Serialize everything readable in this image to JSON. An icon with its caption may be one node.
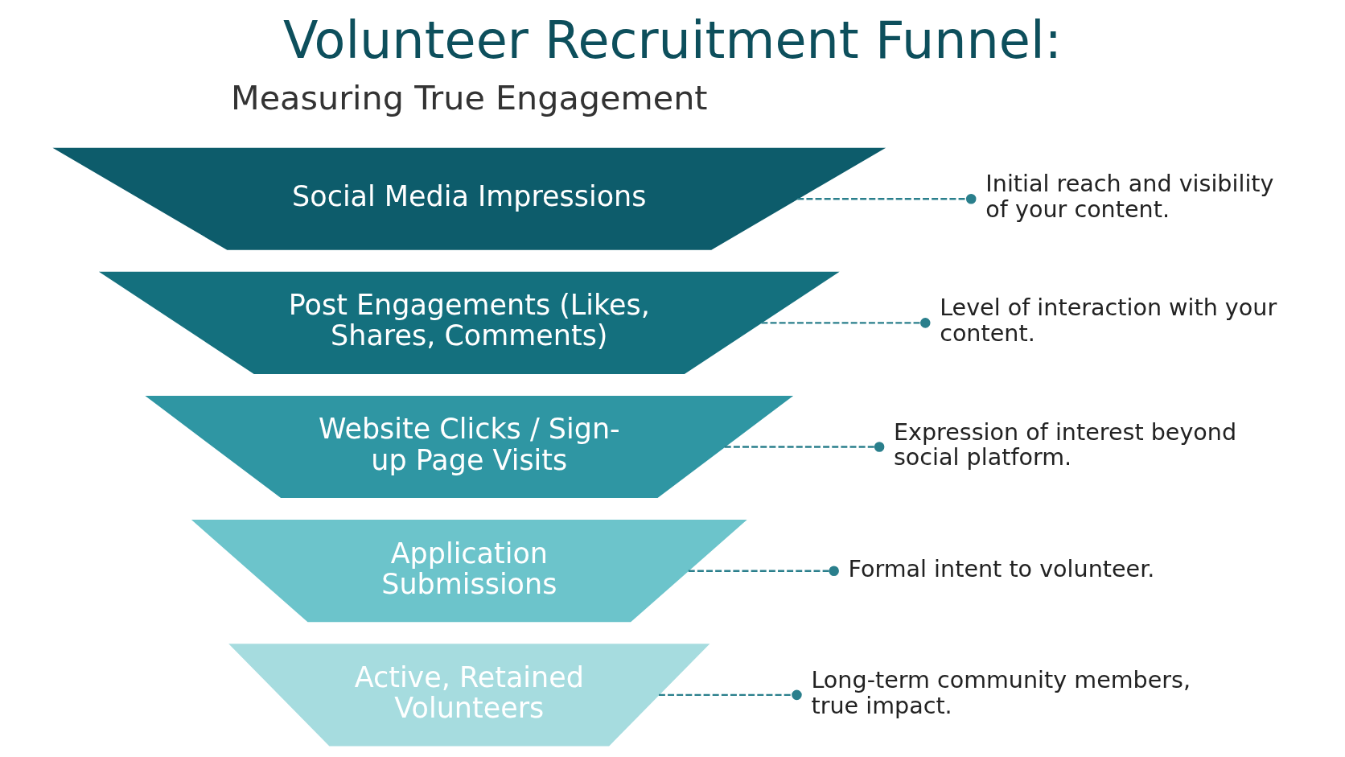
{
  "diagram": {
    "title": "Volunteer Recruitment Funnel:",
    "nodes": [
      {
        "text": [
          "Social Media Impressions"
        ]
      },
      {
        "text": [
          "Post Engagements (Likes, Shares, Comments)"
        ]
      },
      {
        "text": [
          "Website Clicks / Sign-up Page Visits"
        ]
      },
      {
        "text": [
          "Application Submissions"
        ]
      },
      {
        "text": [
          "Active, Retained Volunteers"
        ]
      },
      {
        "text": [
          "Initial reach and visibility of your content."
        ]
      },
      {
        "text": [
          "Level of interaction with your content."
        ]
      },
      {
        "text": [
          "Expression of interest beyond social platform."
        ]
      },
      {
        "text": [
          "Formal intent to volunteer."
        ]
      },
      {
        "text": [
          "Long-term community members, true impact."
        ]
      }
    ],
    "edges": [
      {
        "from": 0,
        "to": 5,
        "arrow": "other",
        "style": "dashed"
      },
      {
        "from": 1,
        "to": 6,
        "arrow": "other",
        "style": "dashed"
      },
      {
        "from": 2,
        "to": 7,
        "arrow": "other",
        "style": "dashed"
      },
      {
        "from": 3,
        "to": 8,
        "arrow": "other",
        "style": "dashed"
      },
      {
        "from": 4,
        "to": 9,
        "arrow": "other",
        "style": "dashed"
      }
    ],
    "labels": [
      "Measuring True Engagement"
    ]
  }
}
